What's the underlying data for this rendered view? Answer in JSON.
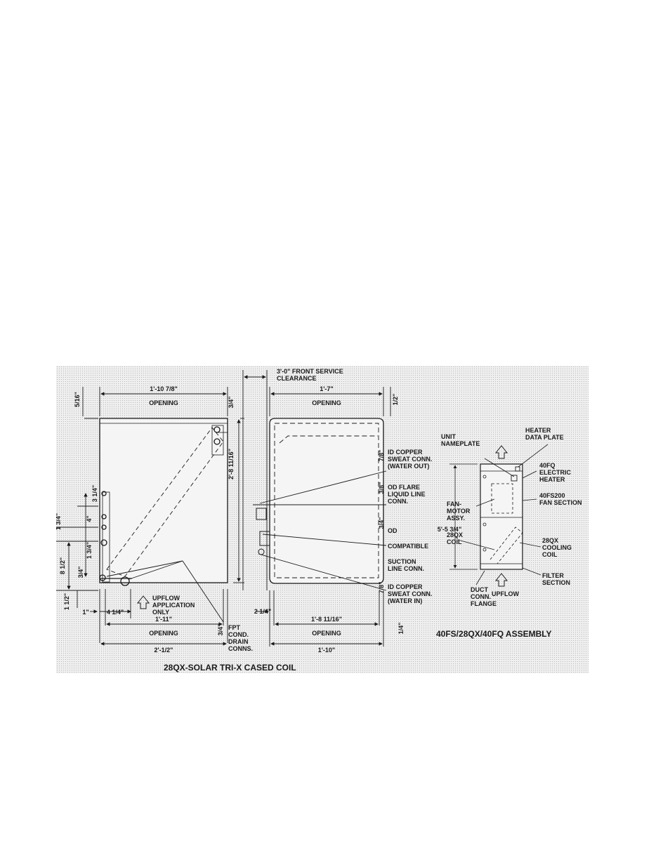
{
  "front_service": {
    "line1": "3'-0\" FRONT SERVICE",
    "line2": "CLEARANCE"
  },
  "left_view": {
    "top_width": "1'-10 7/8\"",
    "top_opening": "OPENING",
    "top_offset": "5/16\"",
    "right_offset_top": "3/4\"",
    "height": "2'-8 11/16\"",
    "bottom_width": "1'-11\"",
    "bottom_opening": "OPENING",
    "overall_width": "2'-1/2\"",
    "left_edge_dim": "1\"",
    "left_inset": "4 1/4\"",
    "side_dims": [
      "3 1/4\"",
      "1 3/4\"",
      "4\"",
      "8 1/2\"",
      "1 3/4\"",
      "3/4\"",
      "1 1/2\""
    ],
    "upflow_note": [
      "UPFLOW",
      "APPLICATION",
      "ONLY"
    ],
    "drain_note": [
      "FPT",
      "COND.",
      "DRAIN",
      "CONNS."
    ],
    "drain_size": "3/4\""
  },
  "right_view": {
    "top_width": "1'-7\"",
    "top_opening": "OPENING",
    "top_offset": "1/2\"",
    "bottom_width": "1'-8 11/16\"",
    "bottom_opening": "OPENING",
    "overall_width": "1'-10\"",
    "right_bottom_dim": "1/4\"",
    "left_bottom_dim": "2 1/4\""
  },
  "connections": [
    {
      "size": "7/8\"",
      "lines": [
        "ID COPPER",
        "SWEAT CONN.",
        "(WATER OUT)"
      ]
    },
    {
      "size": "3/8\"",
      "lines": [
        "OD FLARE",
        "LIQUID LINE",
        "CONN."
      ]
    },
    {
      "size": "3/4\"",
      "lines": [
        "OD",
        "COMPATIBLE",
        "SUCTION",
        "LINE CONN."
      ]
    },
    {
      "size": "7/8\"",
      "lines": [
        "ID COPPER",
        "SWEAT CONN.",
        "(WATER IN)"
      ]
    }
  ],
  "assembly": {
    "height": "5'-5 3/4\"",
    "labels": {
      "unit_nameplate": [
        "UNIT",
        "NAMEPLATE"
      ],
      "heater_data_plate": [
        "HEATER",
        "DATA PLATE"
      ],
      "electric_heater": [
        "40FQ",
        "ELECTRIC",
        "HEATER"
      ],
      "fan_section": [
        "40FS200",
        "FAN SECTION"
      ],
      "fan_motor": [
        "FAN-",
        "MOTOR",
        "ASSY."
      ],
      "coil": [
        "28QX",
        "COIL"
      ],
      "cooling_coil": [
        "28QX",
        "COOLING",
        "COIL"
      ],
      "filter_section": [
        "FILTER",
        "SECTION"
      ],
      "duct_flange": [
        "DUCT",
        "CONN.",
        "FLANGE"
      ],
      "upflow": "UPFLOW"
    },
    "caption": "40FS/28QX/40FQ ASSEMBLY"
  },
  "caption": "28QX-SOLAR TRI-X CASED COIL"
}
